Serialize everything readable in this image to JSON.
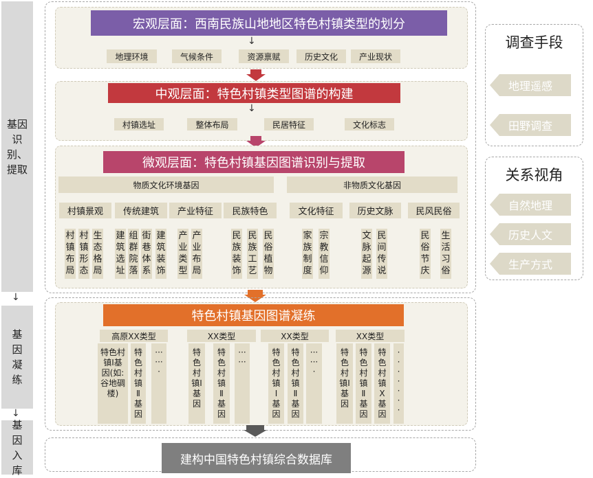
{
  "left": {
    "stage1": "基因识别、提取",
    "stage2": "基因凝练",
    "stage3": "基因入库"
  },
  "macro": {
    "title": "宏观层面：西南民族山地地区特色村镇类型的划分",
    "items": [
      "地理环境",
      "气候条件",
      "资源禀赋",
      "历史文化",
      "产业现状"
    ]
  },
  "meso": {
    "title": "中观层面：特色村镇类型图谱的构建",
    "items": [
      "村镇选址",
      "整体布局",
      "民居特征",
      "文化标志"
    ]
  },
  "micro": {
    "title": "微观层面：特色村镇基因图谱识别与提取",
    "material": "物质文化环境基因",
    "nonmaterial": "非物质文化基因",
    "groups": [
      {
        "label": "村镇景观",
        "cols": [
          "村镇布局",
          "村镇形态",
          "生态格局"
        ]
      },
      {
        "label": "传统建筑",
        "cols": [
          "建筑选址",
          "组群院落",
          "街巷体系",
          "建筑装饰"
        ]
      },
      {
        "label": "产业特征",
        "cols": [
          "产业类型",
          "产业布局"
        ]
      },
      {
        "label": "民族特色",
        "cols": [
          "民族装饰",
          "民族工艺",
          "民俗植物"
        ]
      },
      {
        "label": "文化特征",
        "cols": [
          "家族制度",
          "宗教信仰"
        ]
      },
      {
        "label": "历史文脉",
        "cols": [
          "文脉起源",
          "民间传说"
        ]
      },
      {
        "label": "民风民俗",
        "cols": [
          "民俗节庆",
          "生活习俗"
        ]
      }
    ]
  },
  "gene": {
    "title": "特色村镇基因图谱凝练",
    "types": [
      {
        "label": "高原XX类型",
        "cols": [
          "特色村镇Ⅰ基因(如:谷地碉楼)",
          "特色村镇Ⅱ基因",
          "·······"
        ]
      },
      {
        "label": "XX类型",
        "cols": [
          "特色村镇Ⅰ基因",
          "特色村镇Ⅱ基因",
          "······"
        ]
      },
      {
        "label": "XX类型",
        "cols": [
          "特色村镇Ⅰ基因",
          "特色村镇Ⅱ基因",
          "·······"
        ]
      },
      {
        "label": "XX类型",
        "cols": [
          "特色村镇Ⅰ基因",
          "特色村镇Ⅱ基因",
          "特色村镇X基因",
          "·······"
        ]
      }
    ]
  },
  "database": "建构中国特色村镇综合数据库",
  "survey": {
    "title": "调查手段",
    "items": [
      "地理遥感",
      "田野调查"
    ]
  },
  "relation": {
    "title": "关系视角",
    "items": [
      "自然地理",
      "历史人文",
      "生产方式"
    ]
  },
  "arrow_glyph": "↓",
  "colors": {
    "macro": "#7b5ea8",
    "meso": "#c2393e",
    "micro": "#b8456b",
    "gene": "#e2702a",
    "db": "#7f7f7f"
  }
}
